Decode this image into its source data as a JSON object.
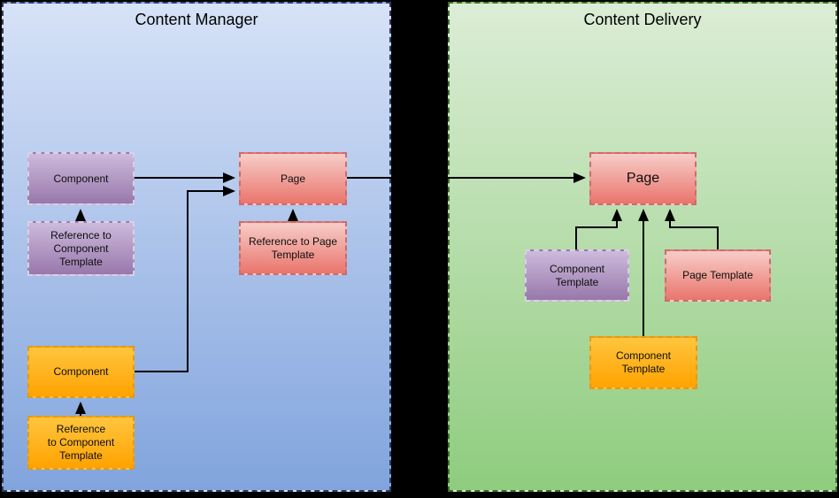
{
  "panels": {
    "content_manager": {
      "title": "Content Manager",
      "nodes": {
        "component_purple": {
          "label": "Component"
        },
        "ref_component_template_purple": {
          "label": "Reference to\nComponent\nTemplate"
        },
        "page": {
          "label": "Page"
        },
        "ref_page_template": {
          "label": "Reference to Page\nTemplate"
        },
        "component_orange": {
          "label": "Component"
        },
        "ref_component_template_orange": {
          "label": "Reference\nto Component\nTemplate"
        }
      }
    },
    "content_delivery": {
      "title": "Content Delivery",
      "nodes": {
        "page": {
          "label": "Page"
        },
        "component_template_purple": {
          "label": "Component\nTemplate"
        },
        "page_template": {
          "label": "Page Template"
        },
        "component_template_orange": {
          "label": "Component\nTemplate"
        }
      }
    }
  },
  "edges": [
    {
      "from": "Component (purple, manager)",
      "to": "Page (manager)",
      "style": "arrow-right"
    },
    {
      "from": "Component (orange, manager)",
      "to": "Page (manager)",
      "style": "elbow-arrow"
    },
    {
      "from": "Reference to Component Template (purple)",
      "to": "Component (purple, manager)",
      "style": "arrow-up"
    },
    {
      "from": "Reference to Page Template",
      "to": "Page (manager)",
      "style": "arrow-up"
    },
    {
      "from": "Reference to Component Template (orange)",
      "to": "Component (orange, manager)",
      "style": "arrow-up"
    },
    {
      "from": "Page (manager)",
      "to": "Page (delivery)",
      "style": "arrow-right"
    },
    {
      "from": "Component Template (purple, delivery)",
      "to": "Page (delivery)",
      "style": "elbow-arrow-up"
    },
    {
      "from": "Component Template (orange, delivery)",
      "to": "Page (delivery)",
      "style": "arrow-up"
    },
    {
      "from": "Page Template (delivery)",
      "to": "Page (delivery)",
      "style": "elbow-arrow-up"
    }
  ],
  "colors": {
    "background": "#000000",
    "manager_panel_top": "#d6e2f7",
    "manager_panel_bottom": "#81a4dd",
    "manager_panel_border": "#2b3c63",
    "delivery_panel_top": "#dcedd6",
    "delivery_panel_bottom": "#8fcc7e",
    "delivery_panel_border": "#3f6d2c",
    "purple_box_top": "#cdbadc",
    "purple_box_bottom": "#9878ab",
    "pink_box_top": "#f7cdc8",
    "pink_box_bottom": "#e9756c",
    "orange_box_top": "#ffc53e",
    "orange_box_bottom": "#ffa300",
    "connector": "#000000"
  }
}
